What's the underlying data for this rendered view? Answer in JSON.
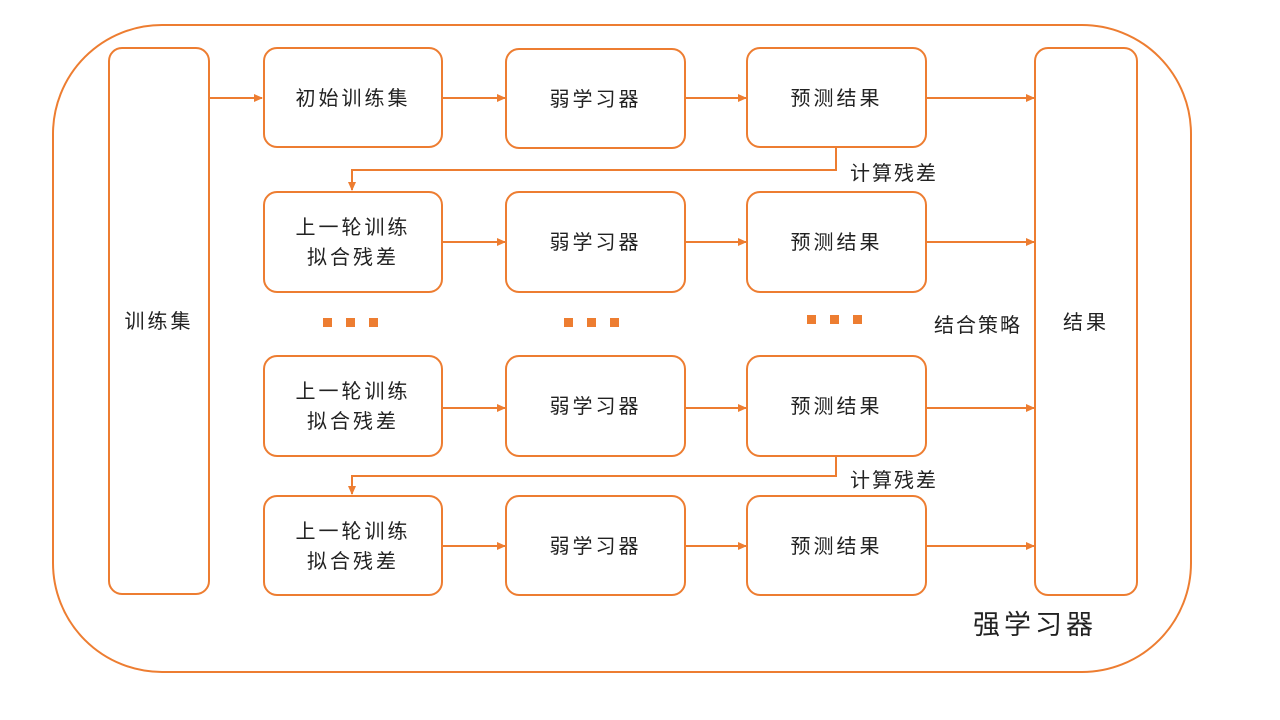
{
  "colors": {
    "accent": "#ED7D31",
    "text": "#222222",
    "background": "#ffffff"
  },
  "outer_label": "强学习器",
  "training_set": "训练集",
  "result": "结果",
  "combine_strategy": "结合策略",
  "residual_labels": [
    "计算残差",
    "计算残差"
  ],
  "rows": [
    {
      "input_lines": [
        "初始训练集"
      ],
      "learner": "弱学习器",
      "prediction": "预测结果"
    },
    {
      "input_lines": [
        "上一轮训练",
        "拟合残差"
      ],
      "learner": "弱学习器",
      "prediction": "预测结果"
    },
    {
      "input_lines": [
        "上一轮训练",
        "拟合残差"
      ],
      "learner": "弱学习器",
      "prediction": "预测结果"
    },
    {
      "input_lines": [
        "上一轮训练",
        "拟合残差"
      ],
      "learner": "弱学习器",
      "prediction": "预测结果"
    }
  ]
}
